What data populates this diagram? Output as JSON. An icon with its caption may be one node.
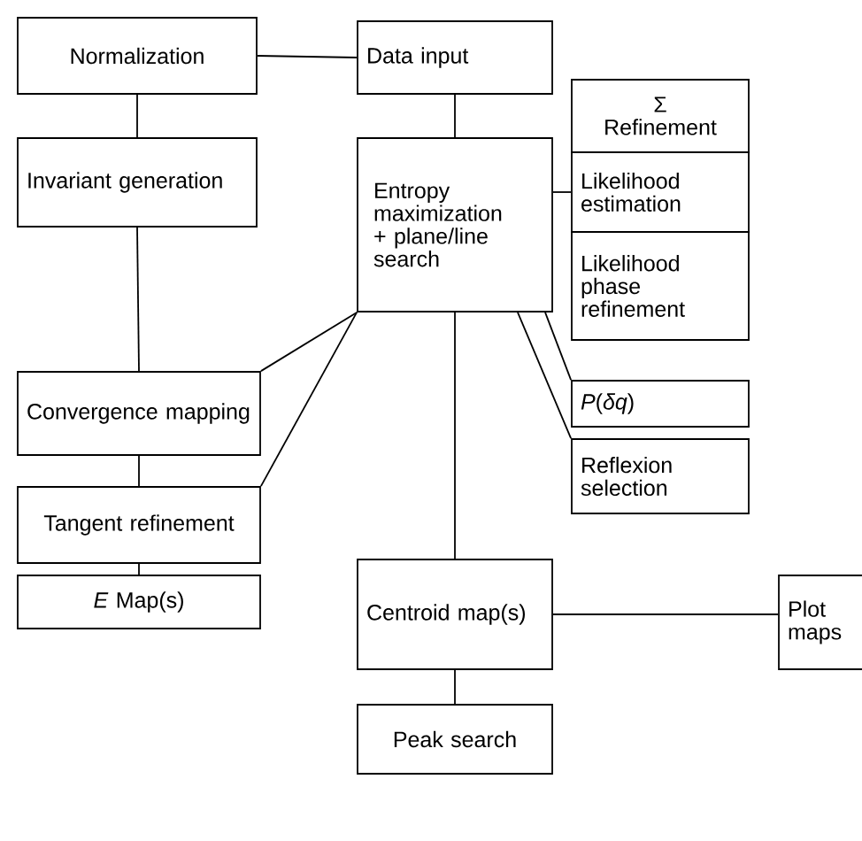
{
  "diagram": {
    "nodes": [
      {
        "text": [
          "Normalization"
        ]
      },
      {
        "text": [
          "Data input"
        ]
      },
      {
        "text": [
          "Σ Refinement"
        ]
      },
      {
        "text": [
          "Likelihood estimation"
        ]
      },
      {
        "text": [
          "Likelihood phase refinement"
        ]
      },
      {
        "text": [
          "Entropy maximization + plane/line search"
        ]
      },
      {
        "text": [
          "Invariant generation"
        ]
      },
      {
        "text": [
          "Convergence mapping"
        ]
      },
      {
        "text": [
          "Tangent refinement"
        ]
      },
      {
        "text": [
          "*E* Map(s)"
        ]
      },
      {
        "text": [
          "*P*(*δq*)"
        ]
      },
      {
        "text": [
          "Reflexion selection"
        ]
      },
      {
        "text": [
          "Centroid map(s)"
        ]
      },
      {
        "text": [
          "Peak search"
        ]
      },
      {
        "text": [
          "Plot maps"
        ]
      }
    ],
    "edges": [
      {
        "from": 0,
        "to": 1,
        "arrow": "none"
      },
      {
        "from": 0,
        "to": 6,
        "arrow": "none"
      },
      {
        "from": 1,
        "to": 5,
        "arrow": "none"
      },
      {
        "from": 5,
        "to": 3,
        "arrow": "none"
      },
      {
        "from": 6,
        "to": 7,
        "arrow": "none"
      },
      {
        "from": 5,
        "to": 7,
        "arrow": "none"
      },
      {
        "from": 5,
        "to": 8,
        "arrow": "none"
      },
      {
        "from": 7,
        "to": 8,
        "arrow": "none"
      },
      {
        "from": 8,
        "to": 9,
        "arrow": "none"
      },
      {
        "from": 5,
        "to": 10,
        "arrow": "none"
      },
      {
        "from": 5,
        "to": 11,
        "arrow": "none"
      },
      {
        "from": 5,
        "to": 12,
        "arrow": "none"
      },
      {
        "from": 12,
        "to": 13,
        "arrow": "none"
      },
      {
        "from": 12,
        "to": 14,
        "arrow": "none"
      }
    ]
  }
}
